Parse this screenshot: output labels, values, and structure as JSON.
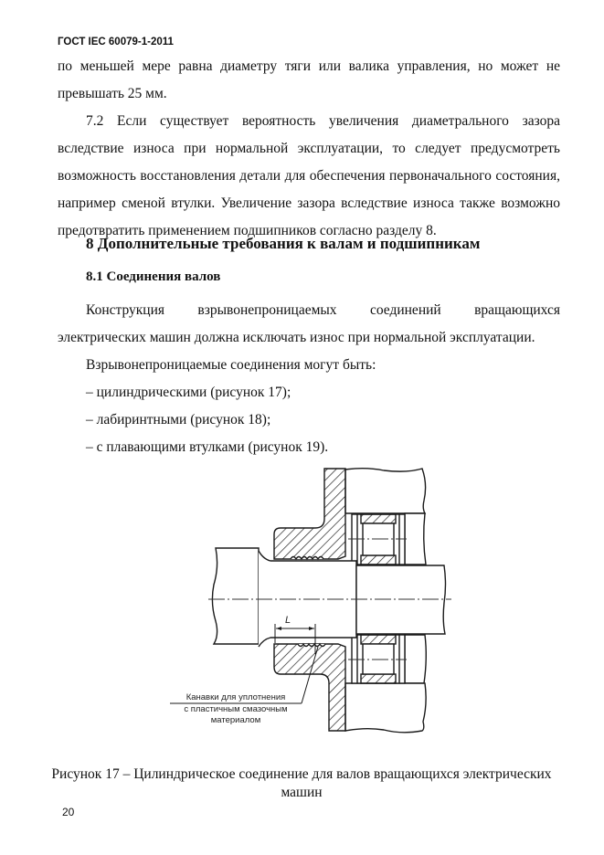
{
  "header": {
    "document_id": "ГОСТ IEC 60079-1-2011"
  },
  "body": {
    "para_continued": {
      "line1": "по меньшей мере равна диаметру тяги или валика управления, но может не",
      "line2": "превышать 25 мм."
    },
    "para_7_2": {
      "line1": "7.2 Если существует вероятность увеличения диаметрального зазора",
      "line2": "вследствие износа при нормальной эксплуатации, то следует предусмотреть",
      "line3": "возможность восстановления детали для обеспечения первоначального состояния,",
      "line4": "например сменой втулки. Увеличение зазора вследствие износа также возможно",
      "line5": "предотвратить применением подшипников согласно разделу 8."
    },
    "section_8": {
      "heading": "8 Дополнительные требования к валам и подшипникам"
    },
    "section_8_1": {
      "heading": "8.1 Соединения валов",
      "para1_line1": "Конструкция взрывонепроницаемых соединений вращающихся",
      "para1_line2": "электрических машин должна исключать износ при нормальной эксплуатации.",
      "para2": "Взрывонепроницаемые соединения могут быть:",
      "list": [
        "– цилиндрическими (рисунок 17);",
        "– лабиринтными (рисунок 18);",
        "– с плавающими втулками (рисунок 19)."
      ]
    }
  },
  "figure": {
    "dimension_label": "L",
    "callout": {
      "line1": "Канавки для уплотнения",
      "line2": "с пластичным смазочным",
      "line3": "материалом"
    },
    "caption_line1": "Рисунок 17 – Цилиндрическое соединение для валов вращающихся электрических",
    "caption_line2": "машин"
  },
  "footer": {
    "page_number": "20"
  }
}
